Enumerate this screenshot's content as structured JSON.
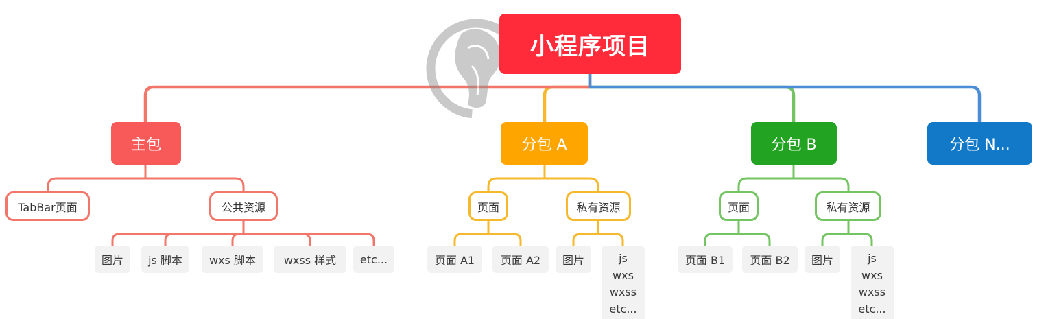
{
  "root": {
    "label": "小程序项目",
    "color": "#FF2B3B"
  },
  "branches": [
    {
      "label": "主包",
      "color": "#F75A59",
      "line_color": "#F2766A",
      "children": [
        {
          "label": "TabBar页面"
        },
        {
          "label": "公共资源",
          "children": [
            {
              "label": "图片"
            },
            {
              "label": "js 脚本"
            },
            {
              "label": "wxs 脚本"
            },
            {
              "label": "wxss 样式"
            },
            {
              "label": "etc..."
            }
          ]
        }
      ]
    },
    {
      "label": "分包 A",
      "color": "#FFA500",
      "line_color": "#F6B92E",
      "children": [
        {
          "label": "页面",
          "children": [
            {
              "label": "页面 A1"
            },
            {
              "label": "页面 A2"
            }
          ]
        },
        {
          "label": "私有资源",
          "children": [
            {
              "label": "图片"
            },
            {
              "lines": [
                "js",
                "wxs",
                "wxss",
                "etc..."
              ]
            }
          ]
        }
      ]
    },
    {
      "label": "分包 B",
      "color": "#22A322",
      "line_color": "#74C463",
      "children": [
        {
          "label": "页面",
          "children": [
            {
              "label": "页面 B1"
            },
            {
              "label": "页面 B2"
            }
          ]
        },
        {
          "label": "私有资源",
          "children": [
            {
              "label": "图片"
            },
            {
              "lines": [
                "js",
                "wxs",
                "wxss",
                "etc..."
              ]
            }
          ]
        }
      ]
    },
    {
      "label": "分包 N...",
      "color": "#1279C9",
      "line_color": "#4B8DD6",
      "children": []
    }
  ]
}
